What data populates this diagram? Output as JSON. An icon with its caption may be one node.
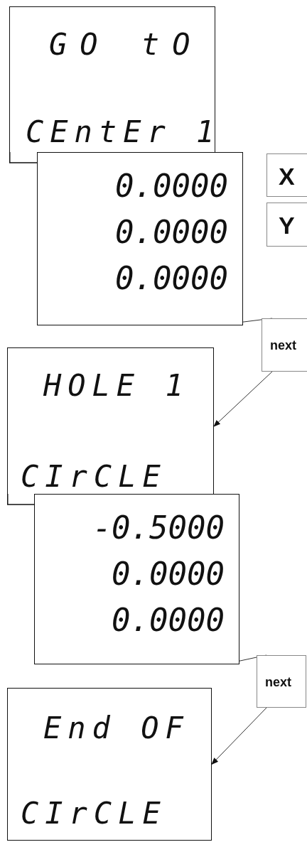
{
  "diagram": {
    "nodes": [
      {
        "text": [
          "GO tO",
          "CEntEr 1"
        ]
      },
      {
        "text": [
          "0.0000",
          "0.0000",
          "0.0000"
        ]
      },
      {
        "text": [
          "X"
        ]
      },
      {
        "text": [
          "Y"
        ]
      },
      {
        "text": [
          "next"
        ]
      },
      {
        "text": [
          "HOLE 1",
          "CIrCLE"
        ]
      },
      {
        "text": [
          "-0.5000",
          "0.0000",
          "0.0000"
        ]
      },
      {
        "text": [
          "next"
        ]
      },
      {
        "text": [
          "End OF",
          "CIrCLE"
        ]
      }
    ],
    "edges": [
      {
        "from": 1,
        "to": 4,
        "arrow": "none"
      },
      {
        "from": 4,
        "to": 5,
        "arrow": "to"
      },
      {
        "from": 6,
        "to": 7,
        "arrow": "none"
      },
      {
        "from": 7,
        "to": 8,
        "arrow": "to"
      }
    ]
  }
}
